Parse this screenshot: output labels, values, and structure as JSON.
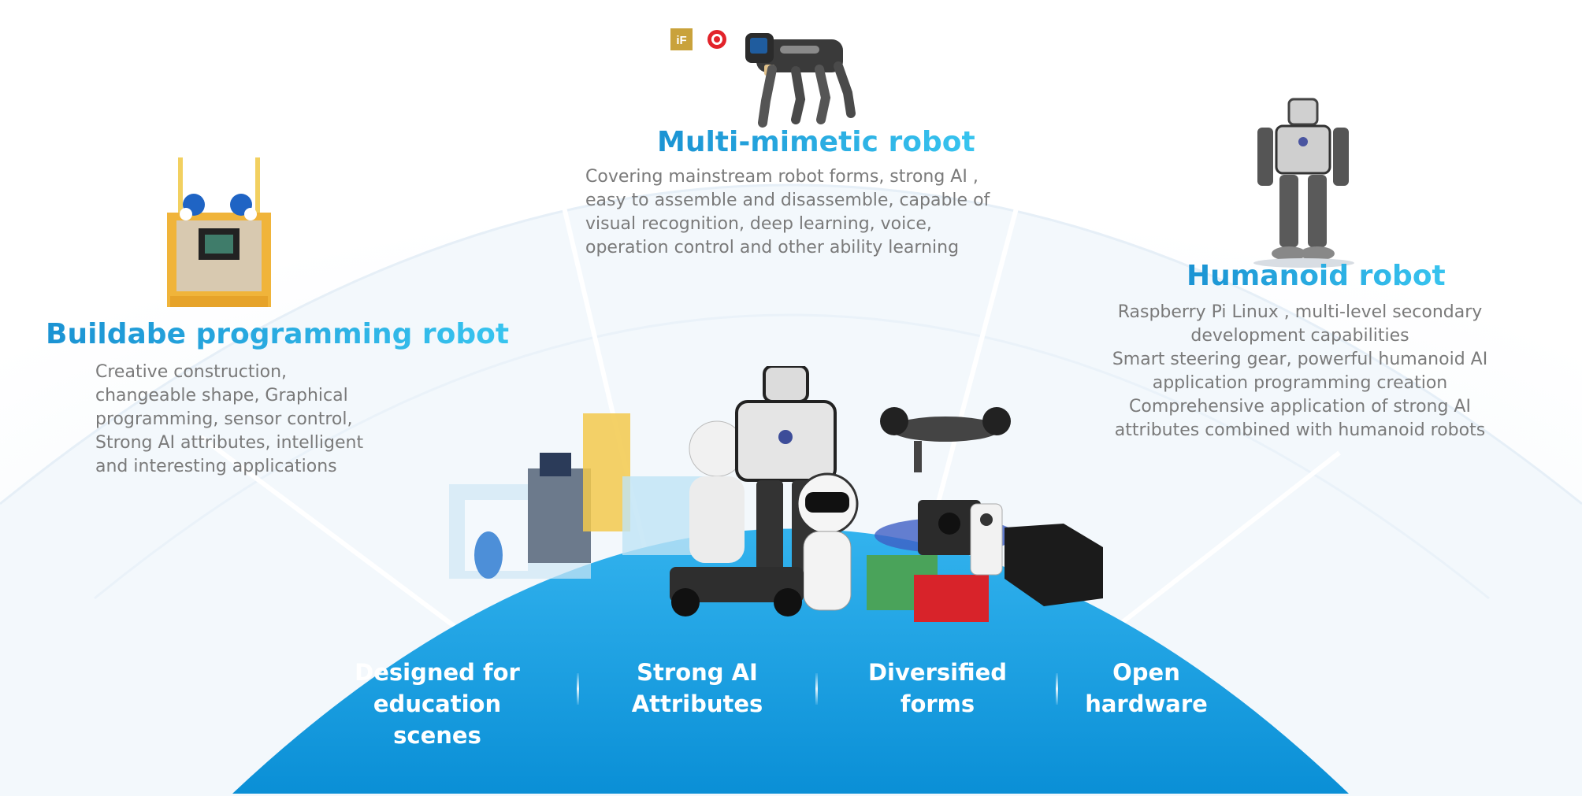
{
  "categories": {
    "multi_mimetic": {
      "title": "Multi-mimetic robot",
      "desc": [
        "Covering mainstream robot forms, strong AI ,",
        "easy to assemble and disassemble, capable of",
        "visual recognition, deep learning, voice,",
        "operation control and other ability learning"
      ]
    },
    "buildable": {
      "title": "Buildabe programming robot",
      "desc": [
        "Creative construction,",
        "changeable shape, Graphical",
        "programming, sensor control,",
        "Strong AI attributes, intelligent",
        "and interesting applications"
      ]
    },
    "humanoid": {
      "title": "Humanoid robot",
      "desc": [
        "Raspberry Pi Linux , multi-level secondary",
        "development capabilities",
        "Smart steering gear, powerful humanoid AI",
        "application programming creation",
        "Comprehensive application of strong AI",
        "attributes combined with humanoid robots"
      ]
    }
  },
  "features": [
    {
      "lines": [
        "Designed for",
        "education",
        "scenes"
      ]
    },
    {
      "lines": [
        "Strong AI",
        "Attributes"
      ]
    },
    {
      "lines": [
        "Diversified",
        "forms"
      ]
    },
    {
      "lines": [
        "Open",
        "hardware"
      ]
    }
  ],
  "badges": [
    {
      "icon": "if-award-icon",
      "color": "#c9a23b",
      "text": "iF"
    },
    {
      "icon": "red-dot-award-icon",
      "color": "#e2232a"
    }
  ],
  "colors": {
    "accent": "#1fa3e0",
    "dome_top": "#33b3ee",
    "dome_bottom": "#0a8fd6",
    "body_text": "#7a7a7a"
  }
}
